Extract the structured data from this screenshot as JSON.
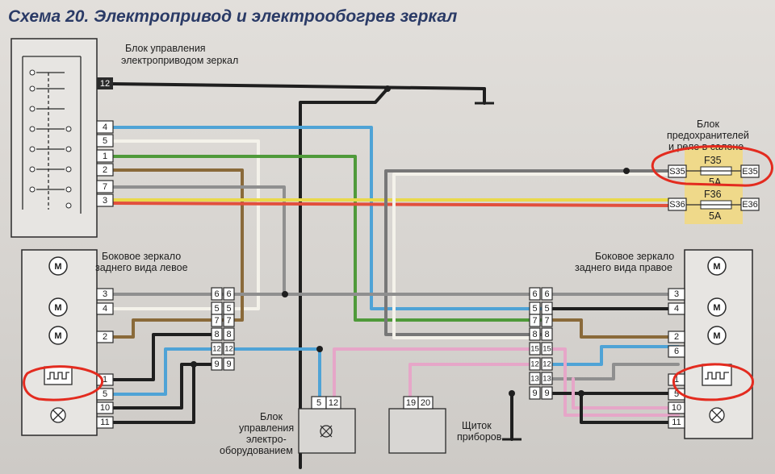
{
  "title": "Схема 20. Электропривод и электрообогрев зеркал",
  "blocks": {
    "control_unit": {
      "label_1": "Блок управления",
      "label_2": "электроприводом зеркал",
      "pins": [
        "12",
        "4",
        "5",
        "1",
        "2",
        "7",
        "3"
      ]
    },
    "fuse_box": {
      "label_1": "Блок",
      "label_2": "предохранителей",
      "label_3": "и реле в салоне",
      "fuses": [
        {
          "name": "F35",
          "rating": "5A",
          "left": "S35",
          "right": "E35"
        },
        {
          "name": "F36",
          "rating": "5A",
          "left": "S36",
          "right": "E36"
        }
      ]
    },
    "mirror_left": {
      "label_1": "Боковое зеркало",
      "label_2": "заднего вида левое",
      "pins": [
        "3",
        "4",
        "2",
        "1",
        "5",
        "10",
        "11"
      ]
    },
    "mirror_right": {
      "label_1": "Боковое зеркало",
      "label_2": "заднего вида правое",
      "pins": [
        "3",
        "4",
        "2",
        "6",
        "1",
        "5",
        "10",
        "11"
      ]
    },
    "connector_left": {
      "rows": [
        [
          "6",
          "6"
        ],
        [
          "5",
          "5"
        ],
        [
          "7",
          "7"
        ],
        [
          "8",
          "8"
        ],
        [
          "12",
          "12"
        ],
        [
          "9",
          "9"
        ]
      ]
    },
    "connector_right": {
      "rows": [
        [
          "6",
          "6"
        ],
        [
          "5",
          "5"
        ],
        [
          "7",
          "7"
        ],
        [
          "8",
          "8"
        ],
        [
          "15",
          "15"
        ],
        [
          "12",
          "12"
        ],
        [
          "13",
          "13"
        ],
        [
          "9",
          "9"
        ]
      ]
    },
    "equipment_unit": {
      "label_1": "Блок",
      "label_2": "управления",
      "label_3": "электро-",
      "label_4": "оборудованием",
      "pins": [
        "5",
        "12"
      ]
    },
    "instrument_cluster": {
      "label_1": "Щиток",
      "label_2": "приборов",
      "pins": [
        "19",
        "20"
      ]
    }
  },
  "colors": {
    "blue": "#4fa3d6",
    "white": "#f4f2ea",
    "green": "#4f9a3a",
    "brown": "#8a6a3a",
    "gray": "#8f8f8f",
    "yellow": "#e9d94a",
    "red": "#e2503c",
    "pink": "#e6a6c8",
    "black": "#1f1f1f",
    "orange_fuse": "#efd98a",
    "marker_red": "#e32b1f"
  }
}
